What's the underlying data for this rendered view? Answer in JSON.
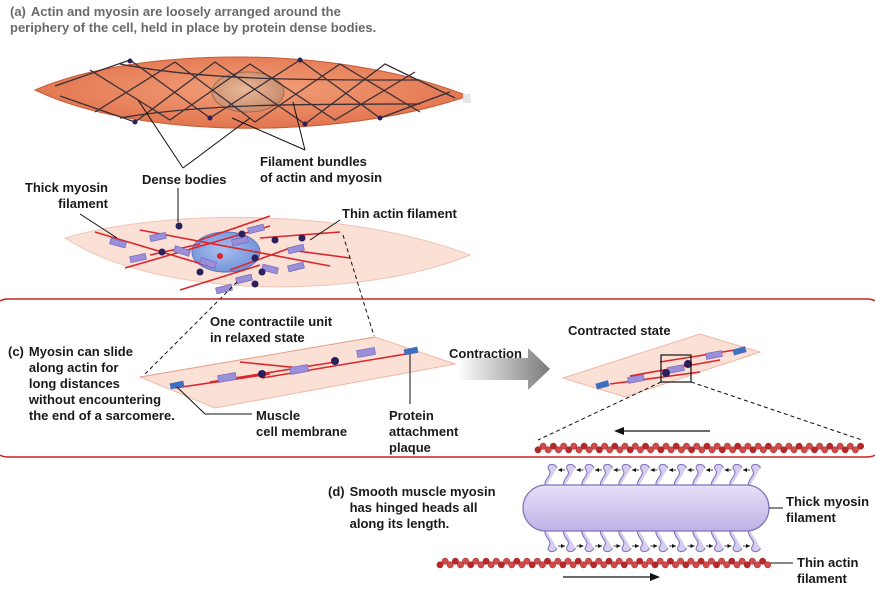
{
  "part_a": {
    "letter": "(a)",
    "caption": "Actin and myosin are loosely arranged around the\nperiphery of the cell, held in place by protein dense bodies."
  },
  "labels": {
    "dense_bodies": "Dense bodies",
    "filament_bundles": "Filament bundles\nof actin and myosin",
    "thick_myosin_filament": "Thick myosin\nfilament",
    "thin_actin_filament": "Thin actin filament"
  },
  "part_c": {
    "letter": "(c)",
    "caption": "Myosin can slide\nalong actin for\nlong distances\nwithout encountering\nthe end of a sarcomere.",
    "contractile_unit": "One contractile unit\nin relaxed state",
    "contraction": "Contraction",
    "contracted_state": "Contracted state",
    "muscle_cell_membrane": "Muscle\ncell membrane",
    "protein_attachment_plaque": "Protein\nattachment\nplaque"
  },
  "part_d": {
    "letter": "(d)",
    "caption": "Smooth muscle myosin\nhas hinged heads all\nalong its length.",
    "thick_myosin_filament": "Thick myosin\nfilament",
    "thin_actin_filament": "Thin actin\nfilament"
  },
  "colors": {
    "cell_orange": "#e8835a",
    "membrane_pink": "#f9d9cf",
    "actin_red": "#d9262c",
    "myosin_purple": "#9a8fd8",
    "dense_body": "#2b1f5c",
    "plaque_blue": "#3f6fc0",
    "frame_red": "#cc2222",
    "myosin_lavender": "#d7cdee"
  }
}
